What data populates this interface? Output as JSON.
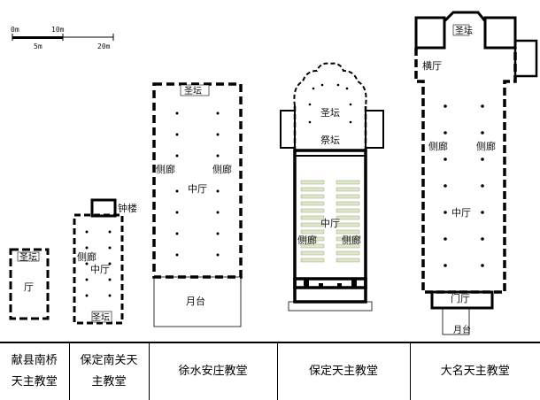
{
  "scale": {
    "zero": "0m",
    "ten": "10m",
    "five": "5m",
    "twenty": "20m"
  },
  "plans": {
    "xianxian": {
      "altar": "圣坛",
      "hall": "厅"
    },
    "baoding_nanguan": {
      "bell_tower": "钟楼",
      "aisle": "侧廊",
      "nave": "中厅",
      "altar": "圣坛"
    },
    "xushui": {
      "altar": "圣坛",
      "aisle_left": "侧廊",
      "aisle_right": "侧廊",
      "nave": "中厅",
      "platform": "月台"
    },
    "baoding": {
      "altar": "圣坛",
      "sacrifice_altar": "祭坛",
      "nave": "中厅",
      "aisle_left": "侧廊",
      "aisle_right": "侧廊"
    },
    "daming": {
      "altar": "圣坛",
      "transept": "横厅",
      "aisle_left": "侧廊",
      "aisle_right": "侧廊",
      "nave": "中厅",
      "gate_hall": "门厅",
      "platform": "月台"
    }
  },
  "captions": [
    {
      "line1": "献县南桥",
      "line2": "天主教堂"
    },
    {
      "line1": "保定南关天",
      "line2": "主教堂"
    },
    {
      "line1": "徐水安庄教堂"
    },
    {
      "line1": "保定天主教堂"
    },
    {
      "line1": "大名天主教堂"
    }
  ]
}
